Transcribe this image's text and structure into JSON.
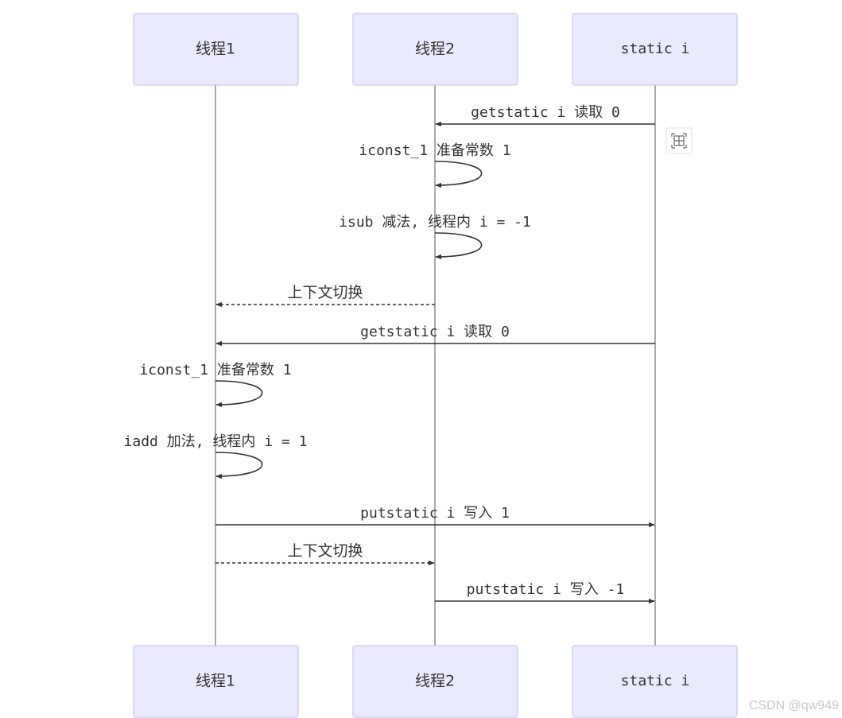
{
  "participants": [
    {
      "id": "t1",
      "label": "线程1"
    },
    {
      "id": "t2",
      "label": "线程2"
    },
    {
      "id": "si",
      "label": "static i"
    }
  ],
  "messages": [
    {
      "from": "si",
      "to": "t2",
      "label": "getstatic i 读取 0",
      "style": "solid"
    },
    {
      "from": "t2",
      "to": "t2",
      "label": "iconst_1 准备常数 1",
      "style": "solid"
    },
    {
      "from": "t2",
      "to": "t2",
      "label": "isub 减法, 线程内 i = -1",
      "style": "solid"
    },
    {
      "from": "t2",
      "to": "t1",
      "label": "上下文切换",
      "style": "dashed"
    },
    {
      "from": "si",
      "to": "t1",
      "label": "getstatic i 读取 0",
      "style": "solid"
    },
    {
      "from": "t1",
      "to": "t1",
      "label": "iconst_1 准备常数 1",
      "style": "solid"
    },
    {
      "from": "t1",
      "to": "t1",
      "label": "iadd 加法, 线程内 i = 1",
      "style": "solid"
    },
    {
      "from": "t1",
      "to": "si",
      "label": "putstatic i 写入 1",
      "style": "solid"
    },
    {
      "from": "t1",
      "to": "t2",
      "label": "上下文切换",
      "style": "dashed"
    },
    {
      "from": "t2",
      "to": "si",
      "label": "putstatic i 写入 -1",
      "style": "solid"
    }
  ],
  "toolbar": {
    "icon": "fit-view-icon"
  },
  "watermark": "CSDN @qw949"
}
